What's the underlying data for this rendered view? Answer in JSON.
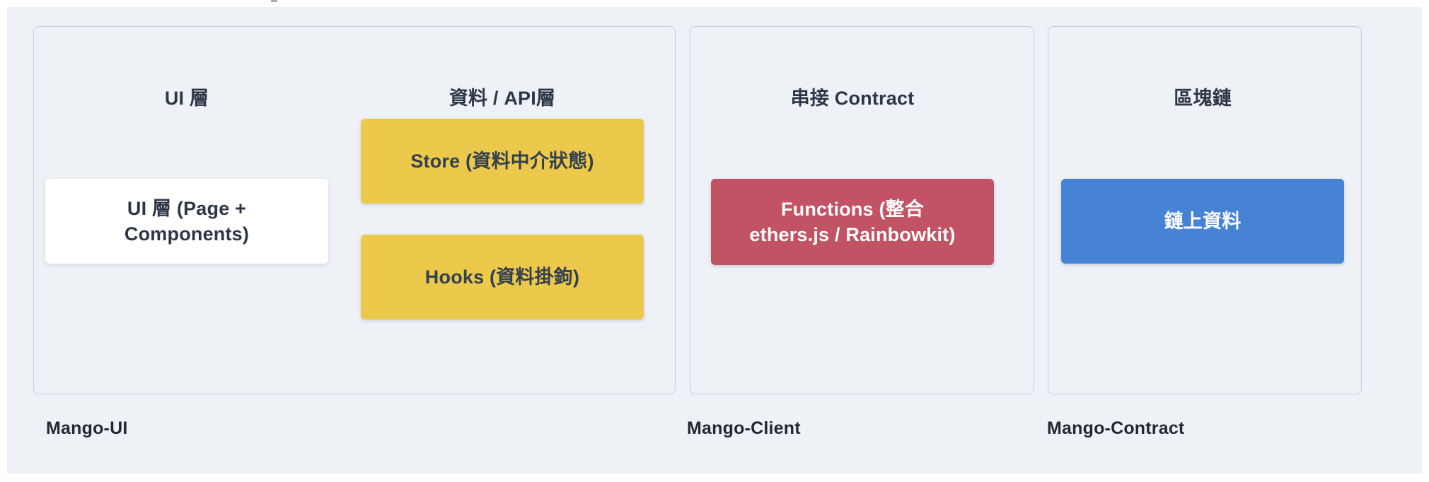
{
  "colors": {
    "canvas_bg": "#eef1f6",
    "panel_border": "#c7cfda",
    "yellow_box": "#ecc94b",
    "red_box": "#c25364",
    "blue_box": "#4783d5",
    "white_box": "#ffffff",
    "dark_text": "#2d3748",
    "light_text": "#fdfdfe"
  },
  "panels": [
    {
      "id": "mango-ui",
      "label": "Mango-UI",
      "columns": [
        {
          "heading": "UI 層",
          "boxes": [
            {
              "text": "UI 層 (Page + Components)",
              "style": "white"
            }
          ]
        },
        {
          "heading": "資料 / API層",
          "boxes": [
            {
              "text": "Store (資料中介狀態)",
              "style": "yellow"
            },
            {
              "text": "Hooks (資料掛鉤)",
              "style": "yellow"
            }
          ]
        }
      ]
    },
    {
      "id": "mango-client",
      "label": "Mango-Client",
      "columns": [
        {
          "heading": "串接 Contract",
          "boxes": [
            {
              "text": "Functions (整合 ethers.js / Rainbowkit)",
              "style": "red"
            }
          ]
        }
      ]
    },
    {
      "id": "mango-contract",
      "label": "Mango-Contract",
      "columns": [
        {
          "heading": "區塊鏈",
          "boxes": [
            {
              "text": "鏈上資料",
              "style": "blue"
            }
          ]
        }
      ]
    }
  ]
}
